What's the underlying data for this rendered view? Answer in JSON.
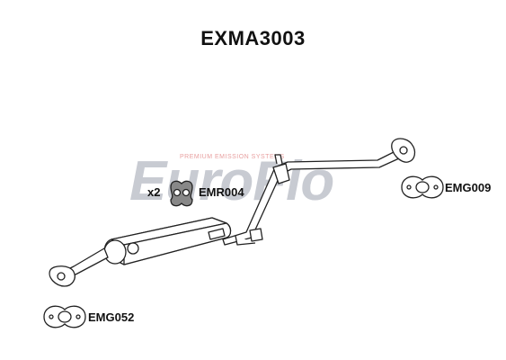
{
  "title": "EXMA3003",
  "watermark": {
    "brand": "EuroFlo",
    "tagline": "PREMIUM EMISSION SYSTEMS"
  },
  "parts": {
    "rubber_mount": {
      "code": "EMR004",
      "quantity": "x2",
      "icon": "rubber-hanger-icon"
    },
    "rear_gasket": {
      "code": "EMG009",
      "icon": "gasket-icon"
    },
    "front_gasket": {
      "code": "EMG052",
      "icon": "gasket-icon"
    }
  },
  "colors": {
    "outline": "#222222",
    "fill": "#ffffff",
    "watermark_gray": "#c8cbd2",
    "watermark_red": "#e8b0b0",
    "rubber_fill": "#888888"
  }
}
